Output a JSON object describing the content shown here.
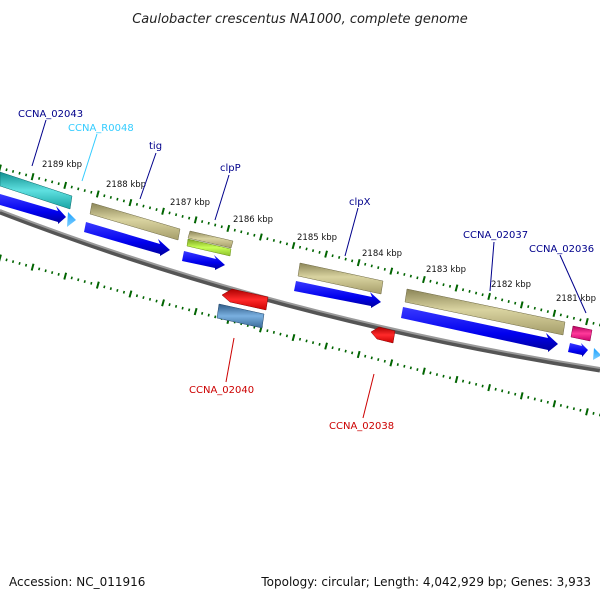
{
  "title": "Caulobacter crescentus NA1000, complete genome",
  "footer": {
    "accession": "Accession: NC_011916",
    "topology": "Topology: circular; Length: 4,042,929 bp; Genes: 3,933"
  },
  "colors": {
    "forward_label": "#00008b",
    "reverse_label": "#cc0000",
    "rrna_label": "#33ccff",
    "tick": "#006400",
    "backbone": "#808080"
  },
  "scale_labels": [
    "2189 kbp",
    "2188 kbp",
    "2187 kbp",
    "2186 kbp",
    "2185 kbp",
    "2184 kbp",
    "2183 kbp",
    "2182 kbp",
    "2181 kbp"
  ],
  "gene_labels": [
    {
      "text": "CCNA_02043",
      "strand": "forward"
    },
    {
      "text": "CCNA_R0048",
      "strand": "rrna"
    },
    {
      "text": "tig",
      "strand": "forward"
    },
    {
      "text": "clpP",
      "strand": "forward"
    },
    {
      "text": "clpX",
      "strand": "forward"
    },
    {
      "text": "CCNA_02037",
      "strand": "forward"
    },
    {
      "text": "CCNA_02036",
      "strand": "forward"
    },
    {
      "text": "CCNA_02040",
      "strand": "reverse"
    },
    {
      "text": "CCNA_02038",
      "strand": "reverse"
    }
  ]
}
